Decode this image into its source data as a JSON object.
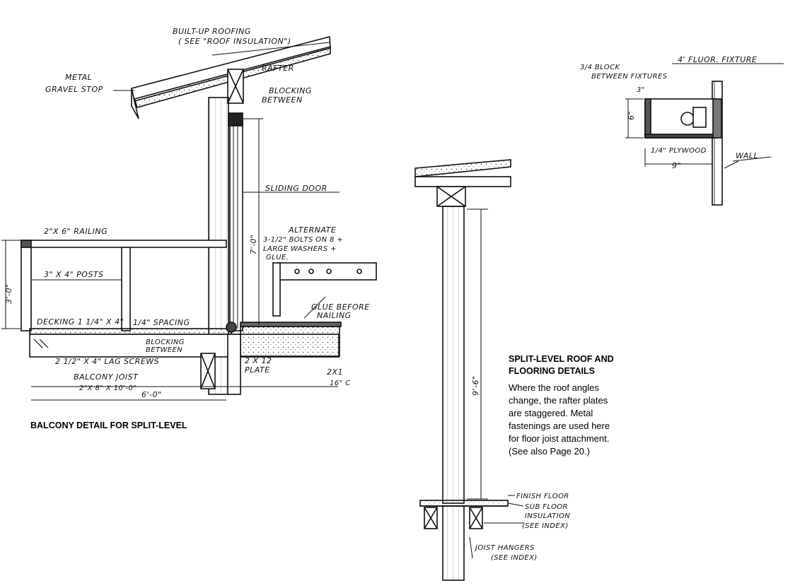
{
  "balcony": {
    "caption": "BALCONY DETAIL FOR SPLIT-LEVEL",
    "labels": {
      "roofing_1": "BUILT-UP ROOFING",
      "roofing_2": "( SEE \"ROOF INSULATION\")",
      "rafter": "RAFTER",
      "gravel_1": "METAL",
      "gravel_2": "GRAVEL STOP",
      "blocking_1": "BLOCKING",
      "blocking_2": "BETWEEN",
      "sliding_door": "SLIDING DOOR",
      "railing": "2\"X 6\" RAILING",
      "alt_1": "ALTERNATE",
      "alt_2": "3-1/2\" BOLTS ON 8 +",
      "alt_3": "LARGE WASHERS +",
      "alt_4": "GLUE.",
      "door_height": "7'-0\"",
      "posts": "3\" X 4\" POSTS",
      "rail_height": "3'-0\"",
      "glue_1": "GLUE BEFORE",
      "glue_2": "NAILING",
      "decking": "DECKING 1 1/4\" X 4\"",
      "spacing": "1/4\" SPACING",
      "blocking2_1": "BLOCKING",
      "blocking2_2": "BETWEEN",
      "lag": "2 1/2\" X 4\" LAG SCREWS",
      "plate_1": "2 X 12",
      "plate_2": "PLATE",
      "joist_1": "BALCONY JOIST",
      "joist_2": "2\"X 8\" X 10'-0\"",
      "span": "6'-0\"",
      "ledger_1": "2X1",
      "ledger_2": "16\" C"
    }
  },
  "split_level": {
    "title_1": "SPLIT-LEVEL ROOF AND",
    "title_2": "FLOORING DETAILS",
    "body": [
      "Where the roof angles",
      "change, the rafter plates",
      "are staggered. Metal",
      "fastenings are used here",
      "for floor joist attachment.",
      "(See also Page 20.)"
    ],
    "labels": {
      "height": "9'-6\"",
      "finish_floor": "FINISH FLOOR",
      "sub_floor": "SUB FLOOR",
      "insulation": "INSULATION",
      "insulation_ref": "(SEE INDEX)",
      "hangers": "JOIST HANGERS",
      "hangers_ref": "(SEE INDEX)"
    }
  },
  "fixture": {
    "labels": {
      "title": "4' FLUOR. FIXTURE",
      "block_1": "3/4 BLOCK",
      "block_2": "BETWEEN FIXTURES",
      "depth": "6\"",
      "small_dim": "3\"",
      "plywood": "1/4\" PLYWOOD",
      "wall": "WALL",
      "width": "9\""
    }
  }
}
